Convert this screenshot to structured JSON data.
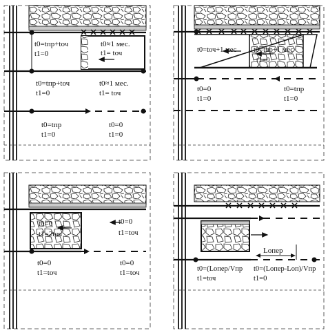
{
  "colors": {
    "ink": "#111111",
    "fill_band": "#c9c9c9",
    "paper": "#ffffff"
  },
  "panel_tl": {
    "label_top_left": "t0=tпр+tоч",
    "label_top_left_t1": "t1=0",
    "label_box": "t0≈1 мес.",
    "label_box_t1": "t1= tоч",
    "label_mid_left": "t0=tпр+tоч",
    "label_mid_left_t1": "t1=0",
    "label_mid_right": "t0≈1 мес.",
    "label_mid_right_t1": "t1= tоч",
    "label_bot_left": "t0=tпр",
    "label_bot_left_t1": "t1=0",
    "label_bot_right": "t0=0",
    "label_bot_right_t1": "t1=0"
  },
  "panel_tr": {
    "label_left": "t0=tоч+1 мес",
    "label_right": "t0=tпр+1 мес",
    "label_right_t1": "t1=0",
    "label_mid_left": "t0=0",
    "label_mid_left_t1": "t1=0",
    "label_mid_right": "t0=tпр",
    "label_mid_right_t1": "t1=0"
  },
  "panel_bl": {
    "label_box": "t0=0",
    "label_box_t1": "t1=2tоч",
    "label_right": "t0=0",
    "label_right_t1": "t1=tоч",
    "label_bot_left": "t0=0",
    "label_bot_left_t1": "t1=tоч",
    "label_bot_right": "t0=0",
    "label_bot_right_t1": "t1=tоч"
  },
  "panel_br": {
    "dimension_label": "Lопер",
    "label_left": "t0=(Lопер/Vпр",
    "label_left_t1": "t1=tоч",
    "label_right": "t0=(Lопер-Lоп)/Vпр",
    "label_right_t1": "t1=0"
  }
}
